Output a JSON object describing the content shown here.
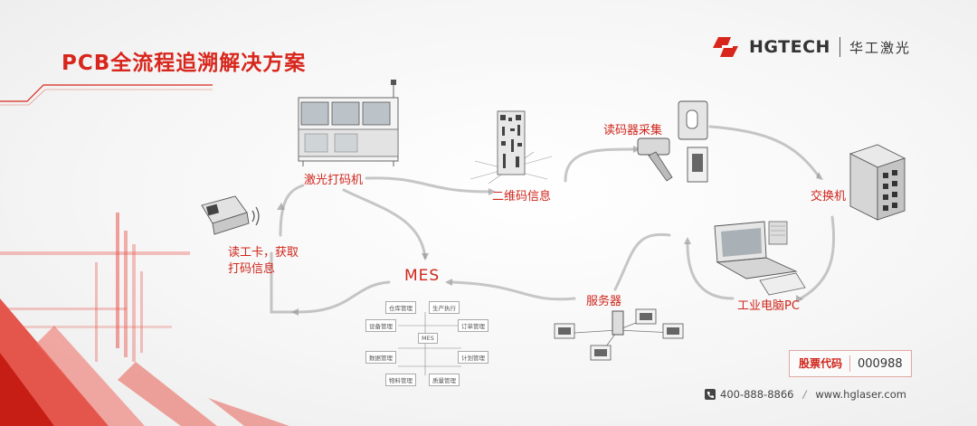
{
  "title": "PCB全流程追溯解决方案",
  "brand": {
    "name_en": "HGTECH",
    "name_cn": "华工激光",
    "logo_icon": "hgtech-logo-icon"
  },
  "nodes": {
    "laser_marking": "激光打码机",
    "qr_code": "二维码信息",
    "reader": "读码器采集",
    "switch": "交换机",
    "industrial_pc": "工业电脑PC",
    "server": "服务器",
    "mes": "MES",
    "card_reader_line1": "读工卡，获取",
    "card_reader_line2": "打码信息"
  },
  "mes_modules": {
    "center": "MES",
    "items": [
      "仓库管理",
      "生产执行",
      "设备管理",
      "订单管理",
      "数据管理",
      "计划管理",
      "物料管理",
      "质量管理"
    ]
  },
  "stock": {
    "label": "股票代码",
    "code": "000988"
  },
  "contact": {
    "phone": "400-888-8866",
    "website": "www.hglaser.com",
    "phone_icon": "phone-icon"
  },
  "colors": {
    "accent": "#d8261c",
    "text": "#333333",
    "line": "#9a9a9a"
  }
}
